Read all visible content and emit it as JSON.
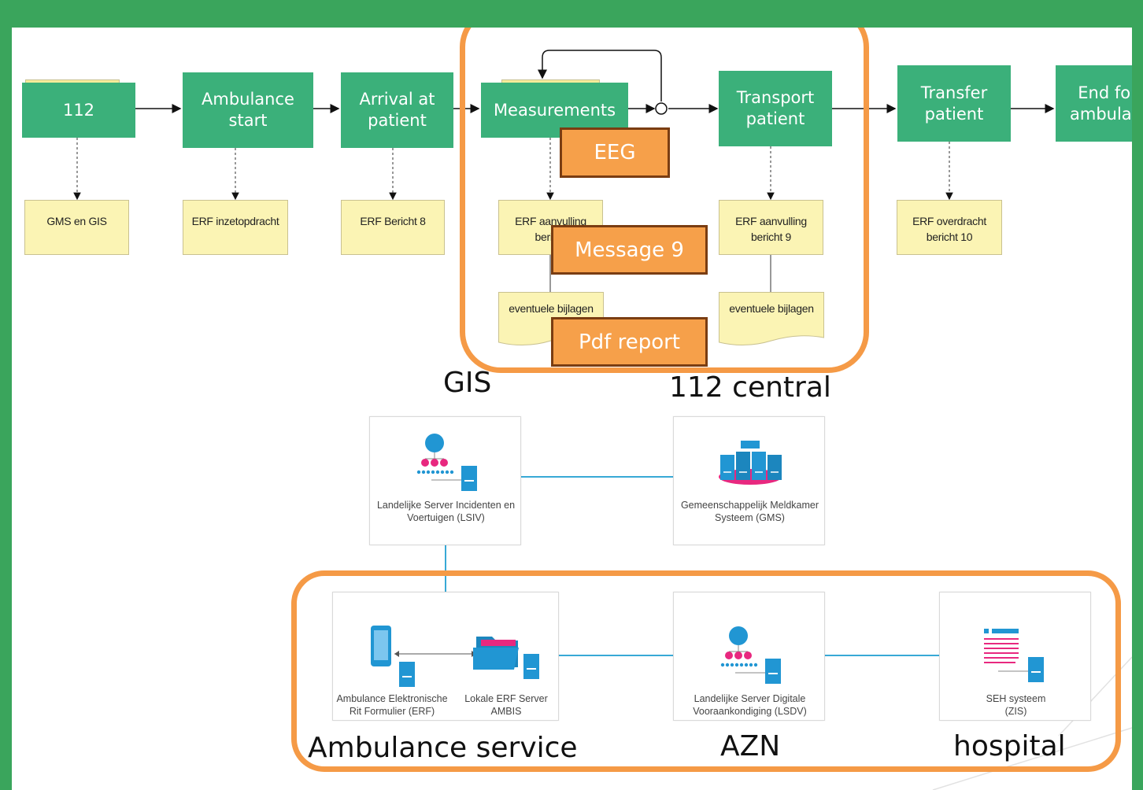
{
  "process": {
    "steps": [
      "112",
      "Ambulance\nstart",
      "Arrival at\npatient",
      "Measurements",
      "Transport\npatient",
      "Transfer\npatient",
      "End fo\nambular"
    ],
    "docs": [
      "GMS en GIS",
      "ERF inzetopdracht",
      "ERF Bericht 8",
      "ERF aanvulling\nbericht",
      "ERF aanvulling\nbericht 9",
      "ERF overdracht\nbericht 10"
    ],
    "attachments": [
      "eventuele bijlagen",
      "eventuele bijlagen"
    ]
  },
  "callouts": {
    "eeg": "EEG",
    "message9": "Message 9",
    "pdf": "Pdf report"
  },
  "systems": {
    "gis_title": "GIS",
    "central_title": "112 central",
    "lsiv": "Landelijke Server Incidenten en\nVoertuigen (LSIV)",
    "gms": "Gemeenschappelijk Meldkamer\nSysteem (GMS)",
    "erf": "Ambulance Elektronische\nRit Formulier (ERF)",
    "ambis": "Lokale ERF Server\nAMBIS",
    "lsdv": "Landelijke Server Digitale\nVooraankondiging (LSDV)",
    "seh": "SEH systeem\n(ZIS)",
    "ambulance_title": "Ambulance service",
    "azn_title": "AZN",
    "hospital_title": "hospital"
  },
  "colors": {
    "frame": "#3aa55c",
    "step": "#3bb07a",
    "highlight": "#f59a46",
    "callout_border": "#7a3d12",
    "link": "#38a9d6",
    "node_blue": "#2196d3",
    "node_pink": "#e8287f"
  }
}
